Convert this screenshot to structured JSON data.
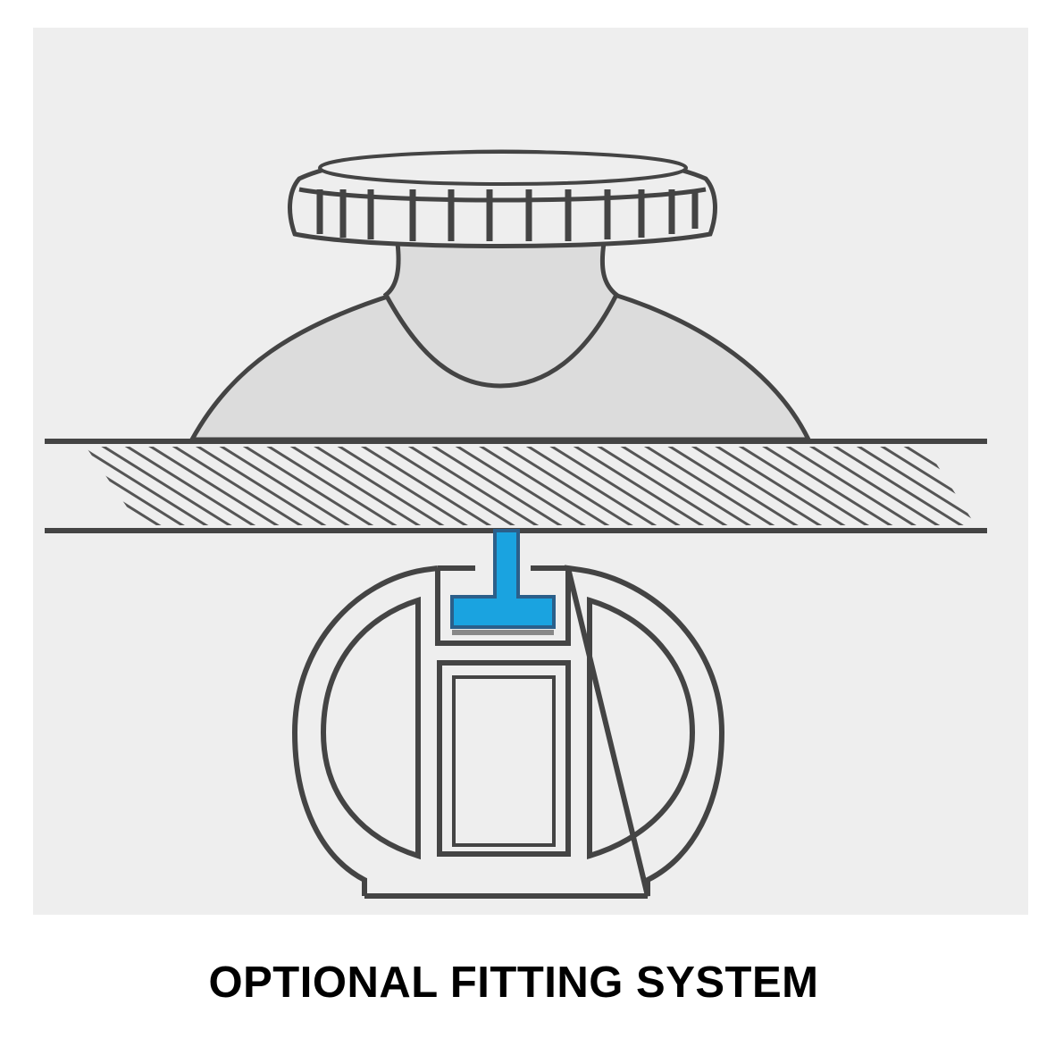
{
  "caption": "OPTIONAL FITTING SYSTEM",
  "colors": {
    "panel_background": "#eeeeee",
    "line": "#444444",
    "cup_fill": "#dcdcdc",
    "t_bolt": "#1aa3e0",
    "t_bolt_outline": "#2b5f8a",
    "page_background": "#ffffff"
  },
  "parts": [
    {
      "id": "knurled-knob",
      "description_icon": "knurled-knob-icon"
    },
    {
      "id": "suction-cup",
      "description_icon": "suction-cup-icon"
    },
    {
      "id": "glass-surface",
      "description_icon": "hatched-panel-icon"
    },
    {
      "id": "t-bolt",
      "description_icon": "t-bolt-icon"
    },
    {
      "id": "rail-profile",
      "description_icon": "rail-profile-icon"
    }
  ]
}
